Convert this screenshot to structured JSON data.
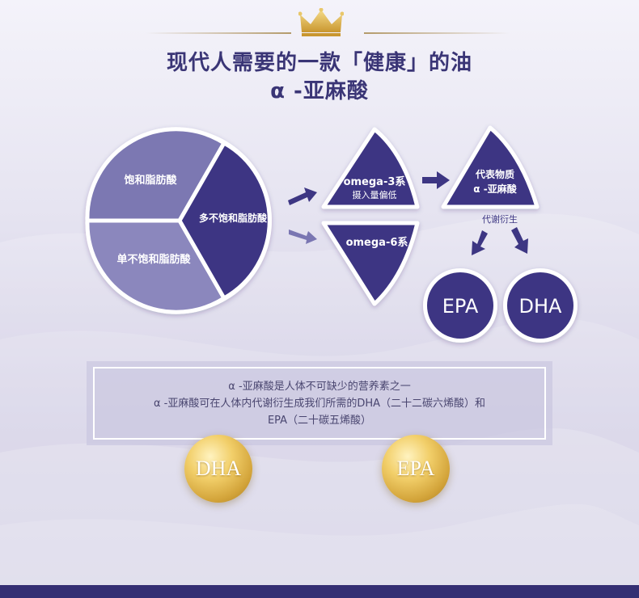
{
  "header": {
    "title_line1": "现代人需要的一款「健康」的油",
    "title_line2": "α -亚麻酸"
  },
  "pie": {
    "saturated": "饱和脂肪酸",
    "monounsaturated": "单不饱和脂肪酸",
    "polyunsaturated": "多不饱和脂肪酸"
  },
  "omega3": {
    "name": "omega-3系",
    "note": "摄入量偏低"
  },
  "omega6": {
    "name": "omega-6系"
  },
  "representative": {
    "line1": "代表物质",
    "line2": "α -亚麻酸"
  },
  "metabolism_label": "代谢衍生",
  "derivatives": {
    "epa": "EPA",
    "dha": "DHA"
  },
  "info": {
    "line1": "α -亚麻酸是人体不可缺少的营养素之一",
    "line2": "α -亚麻酸可在人体内代谢衍生成我们所需的DHA（二十二碳六烯酸）和",
    "line3": "EPA（二十碳五烯酸）"
  },
  "gold_badges": {
    "dha": "DHA",
    "epa": "EPA"
  },
  "colors": {
    "deep_purple": "#3d3683",
    "mid_purple": "#6e6aa8",
    "light_purple": "#8581b6",
    "gold": "#d9ae48",
    "title": "#3a3576"
  }
}
